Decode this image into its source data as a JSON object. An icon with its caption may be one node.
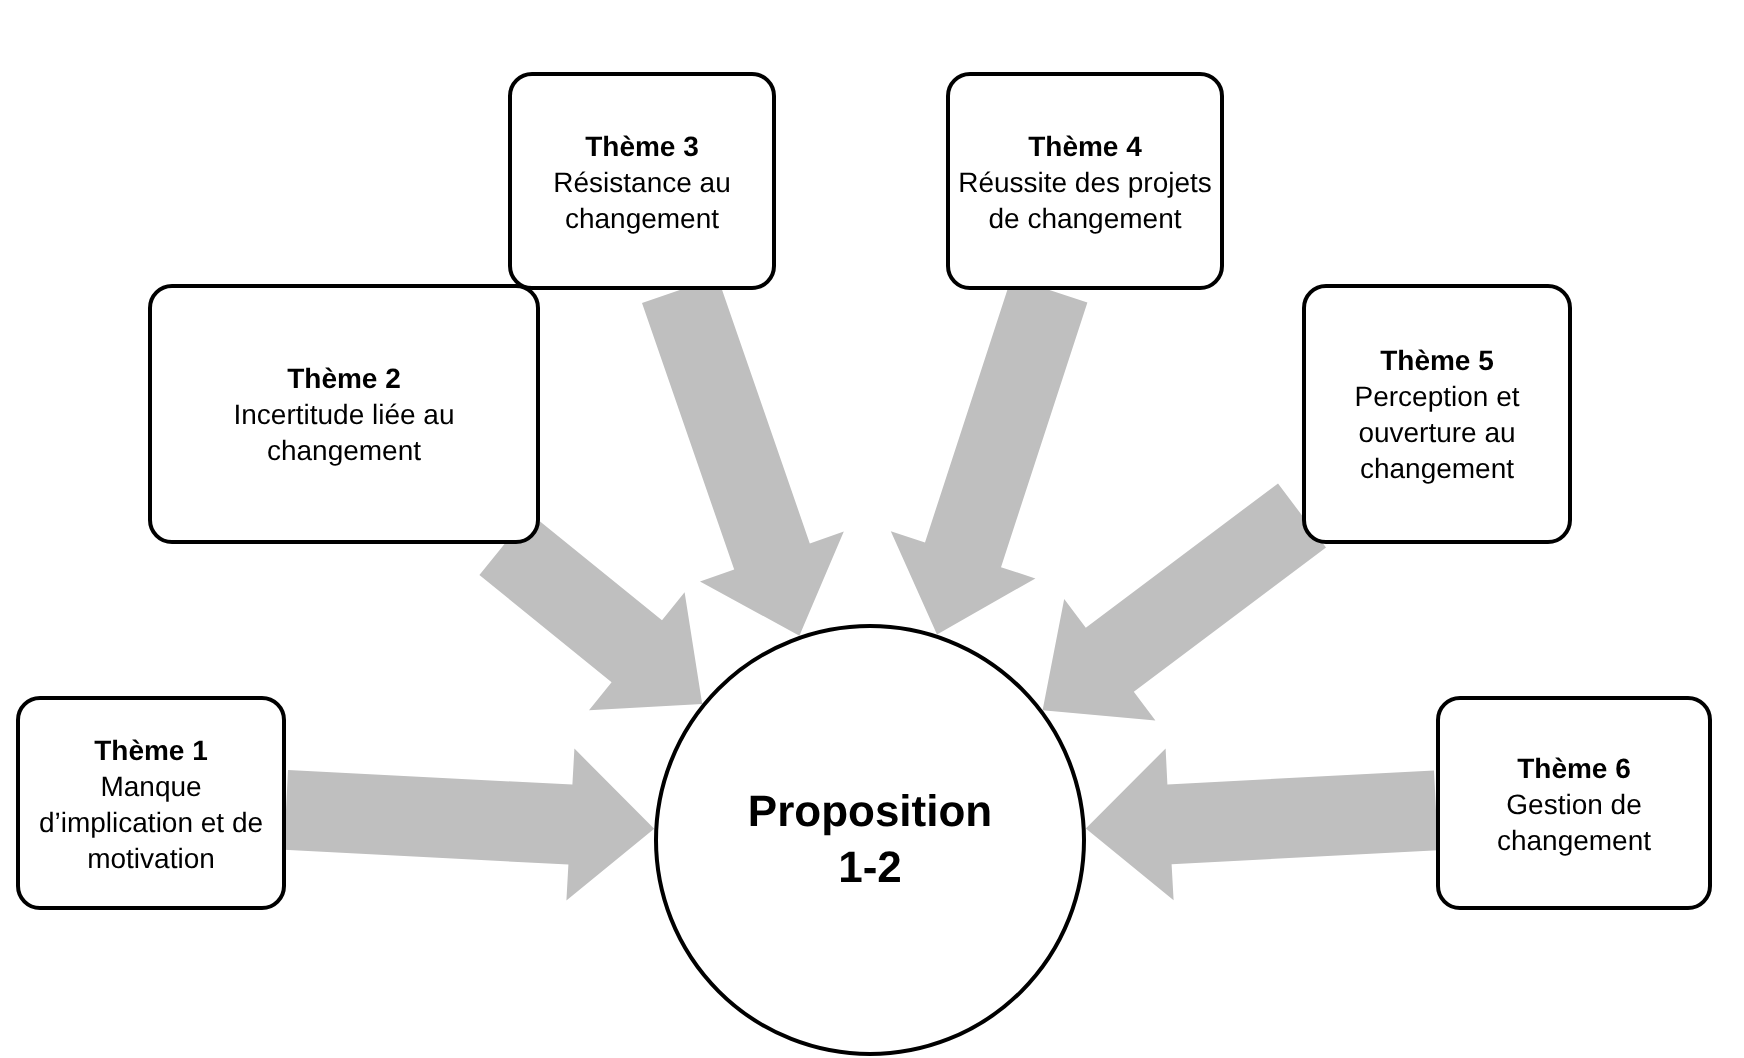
{
  "diagram": {
    "nodes": [
      {
        "text": [
          "Thème 1",
          "Manque d’implication et de motivation"
        ]
      },
      {
        "text": [
          "Thème 2",
          "Incertitude liée au changement"
        ]
      },
      {
        "text": [
          "Thème 3",
          "Résistance au changement"
        ]
      },
      {
        "text": [
          "Thème 4",
          "Réussite des projets de changement"
        ]
      },
      {
        "text": [
          "Thème 5",
          "Perception et ouverture au changement"
        ]
      },
      {
        "text": [
          "Thème 6",
          "Gestion de changement"
        ]
      },
      {
        "text": [
          "Proposition 1-2"
        ]
      }
    ],
    "edges": [
      {
        "from": 0,
        "to": 6,
        "arrow": "to"
      },
      {
        "from": 1,
        "to": 6,
        "arrow": "to"
      },
      {
        "from": 2,
        "to": 6,
        "arrow": "to"
      },
      {
        "from": 3,
        "to": 6,
        "arrow": "to"
      },
      {
        "from": 4,
        "to": 6,
        "arrow": "to"
      },
      {
        "from": 5,
        "to": 6,
        "arrow": "to"
      }
    ]
  }
}
